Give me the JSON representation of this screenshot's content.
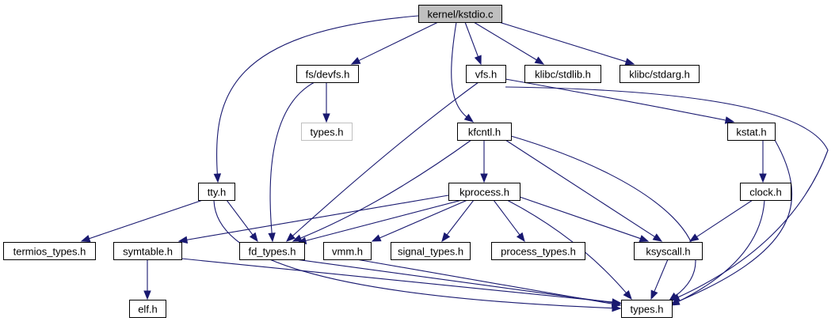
{
  "graph": {
    "title": "",
    "root": "kernel/kstdio.c",
    "colors": {
      "edge": "#191970",
      "root_fill": "#bfbfbf",
      "node_border": "#000000",
      "external_node_border": "#bfbfbf"
    },
    "nodes": [
      {
        "id": "kstdio",
        "label": "kernel/kstdio.c",
        "kind": "root"
      },
      {
        "id": "devfs",
        "label": "fs/devfs.h",
        "kind": "normal"
      },
      {
        "id": "vfs",
        "label": "vfs.h",
        "kind": "normal"
      },
      {
        "id": "stdlib",
        "label": "klibc/stdlib.h",
        "kind": "normal"
      },
      {
        "id": "stdarg",
        "label": "klibc/stdarg.h",
        "kind": "normal"
      },
      {
        "id": "types_ext",
        "label": "types.h",
        "kind": "external"
      },
      {
        "id": "kfcntl",
        "label": "kfcntl.h",
        "kind": "normal"
      },
      {
        "id": "kstat",
        "label": "kstat.h",
        "kind": "normal"
      },
      {
        "id": "tty",
        "label": "tty.h",
        "kind": "normal"
      },
      {
        "id": "kprocess",
        "label": "kprocess.h",
        "kind": "normal"
      },
      {
        "id": "clock",
        "label": "clock.h",
        "kind": "normal"
      },
      {
        "id": "termios",
        "label": "termios_types.h",
        "kind": "normal"
      },
      {
        "id": "symtable",
        "label": "symtable.h",
        "kind": "normal"
      },
      {
        "id": "fdtypes",
        "label": "fd_types.h",
        "kind": "normal"
      },
      {
        "id": "vmm",
        "label": "vmm.h",
        "kind": "normal"
      },
      {
        "id": "signal",
        "label": "signal_types.h",
        "kind": "normal"
      },
      {
        "id": "process",
        "label": "process_types.h",
        "kind": "normal"
      },
      {
        "id": "ksyscall",
        "label": "ksyscall.h",
        "kind": "normal"
      },
      {
        "id": "elf",
        "label": "elf.h",
        "kind": "normal"
      },
      {
        "id": "types",
        "label": "types.h",
        "kind": "normal"
      }
    ],
    "edges": [
      {
        "from": "kstdio",
        "to": "devfs"
      },
      {
        "from": "kstdio",
        "to": "vfs"
      },
      {
        "from": "kstdio",
        "to": "stdlib"
      },
      {
        "from": "kstdio",
        "to": "stdarg"
      },
      {
        "from": "kstdio",
        "to": "tty"
      },
      {
        "from": "kstdio",
        "to": "kfcntl"
      },
      {
        "from": "devfs",
        "to": "types_ext"
      },
      {
        "from": "devfs",
        "to": "fdtypes"
      },
      {
        "from": "vfs",
        "to": "kstat"
      },
      {
        "from": "vfs",
        "to": "types"
      },
      {
        "from": "vfs",
        "to": "fdtypes"
      },
      {
        "from": "kfcntl",
        "to": "kprocess"
      },
      {
        "from": "kfcntl",
        "to": "fdtypes"
      },
      {
        "from": "kfcntl",
        "to": "ksyscall"
      },
      {
        "from": "kfcntl",
        "to": "types"
      },
      {
        "from": "kstat",
        "to": "clock"
      },
      {
        "from": "kstat",
        "to": "types"
      },
      {
        "from": "tty",
        "to": "termios"
      },
      {
        "from": "tty",
        "to": "fdtypes"
      },
      {
        "from": "tty",
        "to": "types"
      },
      {
        "from": "kprocess",
        "to": "symtable"
      },
      {
        "from": "kprocess",
        "to": "fdtypes"
      },
      {
        "from": "kprocess",
        "to": "vmm"
      },
      {
        "from": "kprocess",
        "to": "signal"
      },
      {
        "from": "kprocess",
        "to": "process"
      },
      {
        "from": "kprocess",
        "to": "ksyscall"
      },
      {
        "from": "kprocess",
        "to": "types"
      },
      {
        "from": "clock",
        "to": "ksyscall"
      },
      {
        "from": "clock",
        "to": "types"
      },
      {
        "from": "symtable",
        "to": "elf"
      },
      {
        "from": "symtable",
        "to": "types"
      },
      {
        "from": "fdtypes",
        "to": "types"
      },
      {
        "from": "vmm",
        "to": "types"
      },
      {
        "from": "ksyscall",
        "to": "types"
      }
    ]
  }
}
